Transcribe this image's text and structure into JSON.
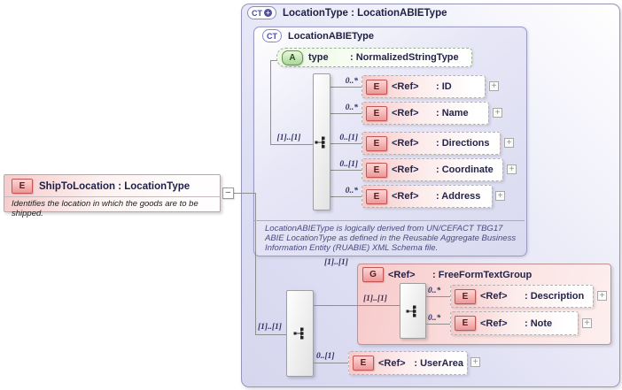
{
  "ui": {
    "expand_glyph": "+",
    "collapse_glyph": "−"
  },
  "ship_to_location": {
    "icon": "E",
    "title": "ShipToLocation : LocationType",
    "annotation": "Identifies the location in which the goods are to be shipped."
  },
  "location_type": {
    "icon": "CT",
    "title": "LocationType : LocationABIEType"
  },
  "location_abie_type": {
    "icon": "CT",
    "title": "LocationABIEType",
    "attribute": {
      "icon": "A",
      "name": "type",
      "type": ": NormalizedStringType"
    },
    "sequence_cardinality": "[1]..[1]",
    "elements": [
      {
        "icon": "E",
        "cardinality": "0..*",
        "name": "<Ref>",
        "type": ": ID"
      },
      {
        "icon": "E",
        "cardinality": "0..*",
        "name": "<Ref>",
        "type": ": Name"
      },
      {
        "icon": "E",
        "cardinality": "0..[1]",
        "name": "<Ref>",
        "type": ": Directions"
      },
      {
        "icon": "E",
        "cardinality": "0..[1]",
        "name": "<Ref>",
        "type": ": Coordinate"
      },
      {
        "icon": "E",
        "cardinality": "0..*",
        "name": "<Ref>",
        "type": ": Address"
      }
    ],
    "annotation": "LocationABIEType is logically derived from UN/CEFACT TBG17 ABIE LocationType as defined in the Reusable Aggregate Business Information Entity (RUABIE) XML Schema file."
  },
  "extension": {
    "sequence_cardinality": "[1]..[1]",
    "free_form_text_group": {
      "icon": "G",
      "cardinality": "[1]..[1]",
      "name": "<Ref>",
      "type": ": FreeFormTextGroup",
      "sequence_cardinality": "[1]..[1]",
      "elements": [
        {
          "icon": "E",
          "cardinality": "0..*",
          "name": "<Ref>",
          "type": ": Description"
        },
        {
          "icon": "E",
          "cardinality": "0..*",
          "name": "<Ref>",
          "type": ": Note"
        }
      ]
    },
    "user_area": {
      "icon": "E",
      "cardinality": "0..[1]",
      "name": "<Ref>",
      "type": ": UserArea"
    }
  }
}
